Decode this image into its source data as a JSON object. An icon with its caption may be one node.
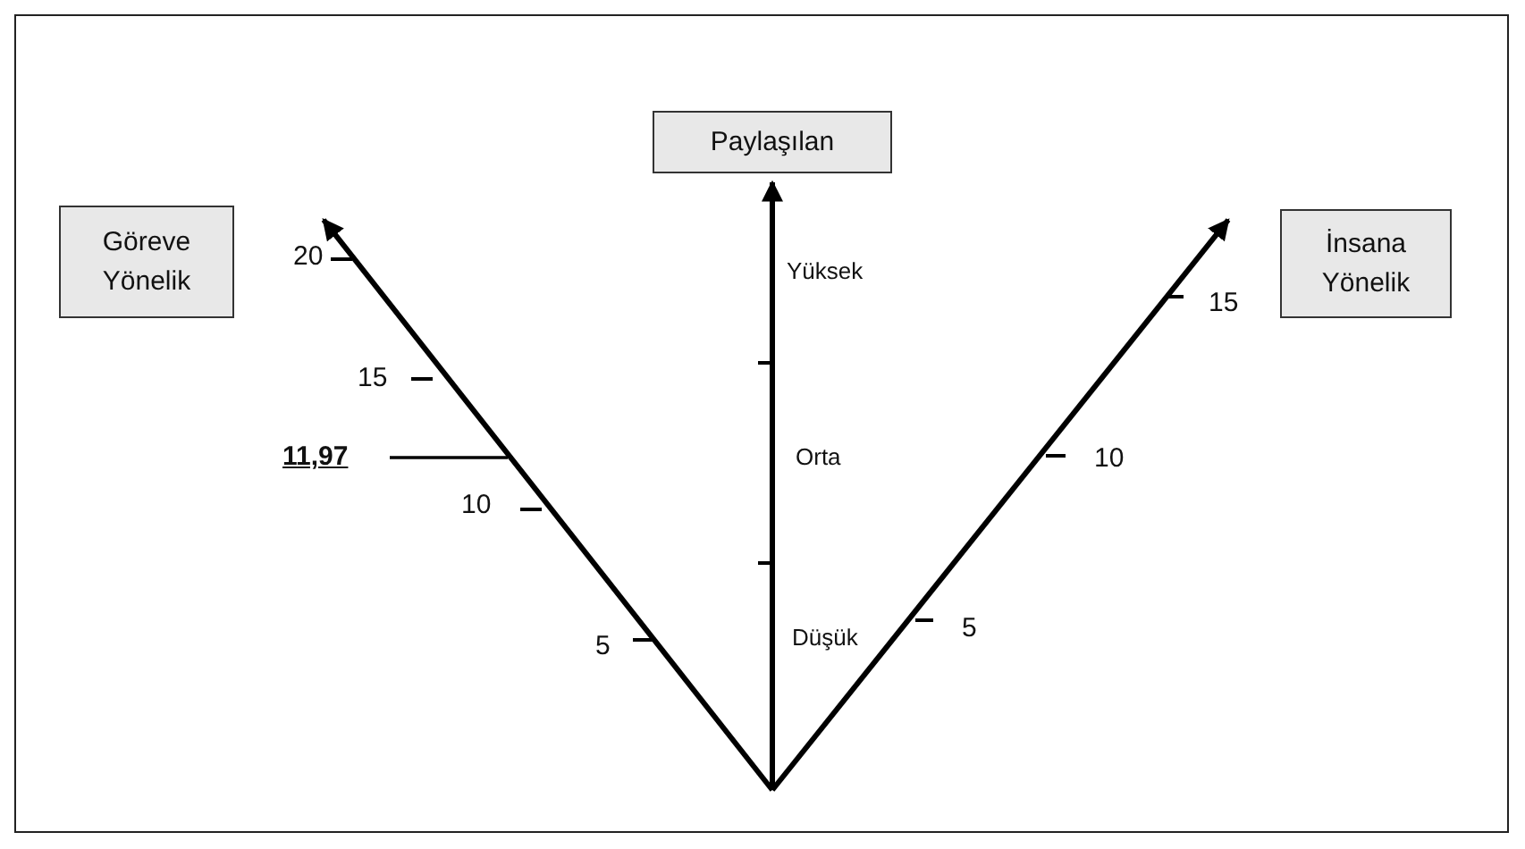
{
  "diagram": {
    "nodes": [
      {
        "text": [
          "Göreve Yönelik"
        ]
      },
      {
        "text": [
          "Paylaşılan"
        ]
      },
      {
        "text": [
          "İnsana Yönelik"
        ]
      },
      {
        "text": [
          "11,97"
        ]
      }
    ],
    "edges": [
      {
        "from": null,
        "to": 0,
        "arrow": "to"
      },
      {
        "from": null,
        "to": 1,
        "arrow": "to"
      },
      {
        "from": null,
        "to": 2,
        "arrow": "to"
      },
      {
        "from": 3,
        "to": null,
        "arrow": "none"
      }
    ],
    "labels": [
      "20",
      "Yüksek",
      "15",
      "15",
      "Orta",
      "10",
      "10",
      "5",
      "Düşük",
      "5"
    ]
  }
}
